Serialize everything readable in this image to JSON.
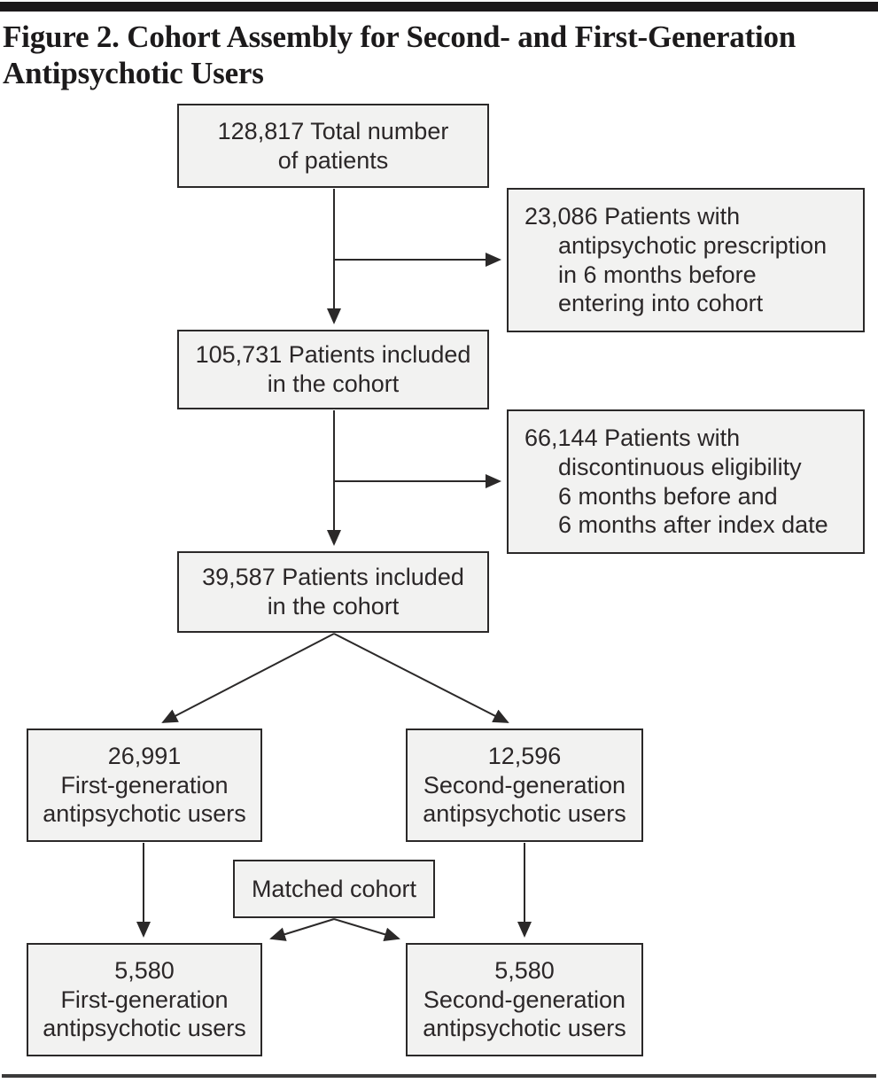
{
  "figure": {
    "title": "Figure 2. Cohort Assembly for Second- and First-Generation Antipsychotic Users"
  },
  "flowchart": {
    "boxes": {
      "total": "128,817 Total number\nof patients",
      "excl1": "23,086 Patients with\nantipsychotic prescription\nin 6 months before\nentering into cohort",
      "cohort1": "105,731 Patients included\nin the cohort",
      "excl2": "66,144 Patients with\ndiscontinuous eligibility\n6 months before and\n6 months after index date",
      "cohort2": "39,587 Patients included\nin the cohort",
      "first_gen": "26,991\nFirst-generation\nantipsychotic users",
      "second_gen": "12,596\nSecond-generation\nantipsychotic users",
      "matched": "Matched cohort",
      "first_gen_matched": "5,580\nFirst-generation\nantipsychotic users",
      "second_gen_matched": "5,580\nSecond-generation\nantipsychotic users"
    }
  },
  "colors": {
    "box_fill": "#f2f2f1",
    "box_border": "#2b2929",
    "arrow_line": "#2b2929",
    "text": "#2b2728",
    "top_bar": "#1b191a",
    "bottom_rule": "#3b3a3a"
  }
}
